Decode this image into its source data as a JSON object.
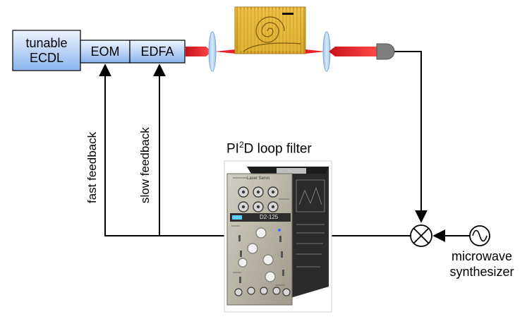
{
  "components": {
    "laser": {
      "line1": "tunable",
      "line2": "ECDL"
    },
    "eom": {
      "label": "EOM"
    },
    "edfa": {
      "label": "EDFA"
    }
  },
  "feedback": {
    "fast": "fast feedback",
    "slow": "slow feedback"
  },
  "loop_filter": {
    "title_prefix": "PI",
    "title_sup": "2",
    "title_suffix": "D loop filter",
    "device_model": "D2-125",
    "device_top_label": "Laser Servo"
  },
  "synthesizer": {
    "line1": "microwave",
    "line2": "synthesizer"
  },
  "colors": {
    "box_fill_top": "#eaf2ff",
    "box_fill_bottom": "#8fb8ee",
    "beam": "#e8202a",
    "chip": "#e5b53a",
    "device_panel": "#b9b4a6",
    "device_body": "#2a2a2a",
    "detector": "#7f7f7f",
    "line": "#000000"
  },
  "icons": [
    "lens-icon",
    "waveguide-chip-icon",
    "photodetector-icon",
    "mixer-icon",
    "sine-source-icon",
    "loop-filter-device-image"
  ]
}
